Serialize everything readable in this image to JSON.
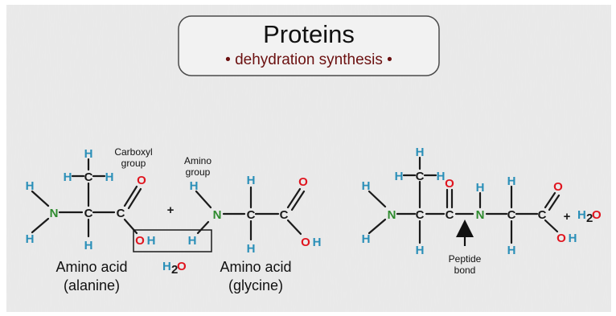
{
  "title": {
    "main": "Proteins",
    "subtitle": "• dehydration synthesis •"
  },
  "atoms": {
    "H": "H",
    "C": "C",
    "N": "N",
    "O": "O",
    "OH_O": "O",
    "OH_H": "H"
  },
  "labels": {
    "carboxyl_group_line1": "Carboxyl",
    "carboxyl_group_line2": "group",
    "amino_group_line1": "Amino",
    "amino_group_line2": "group",
    "amino_acid_1_line1": "Amino acid",
    "amino_acid_1_line2": "(alanine)",
    "amino_acid_2_line1": "Amino acid",
    "amino_acid_2_line2": "(glycine)",
    "peptide_bond_line1": "Peptide",
    "peptide_bond_line2": "bond"
  },
  "operators": {
    "plus": "+"
  },
  "water": {
    "h": "H",
    "sub": "2",
    "o": "O"
  },
  "colors": {
    "background": "#e9e9e9",
    "panel_border": "#4a4a4a",
    "hydrogen": "#2a8fb8",
    "nitrogen": "#2e8b2e",
    "oxygen": "#e0141e",
    "carbon": "#1a1a1a",
    "subtitle": "#6b1010"
  }
}
